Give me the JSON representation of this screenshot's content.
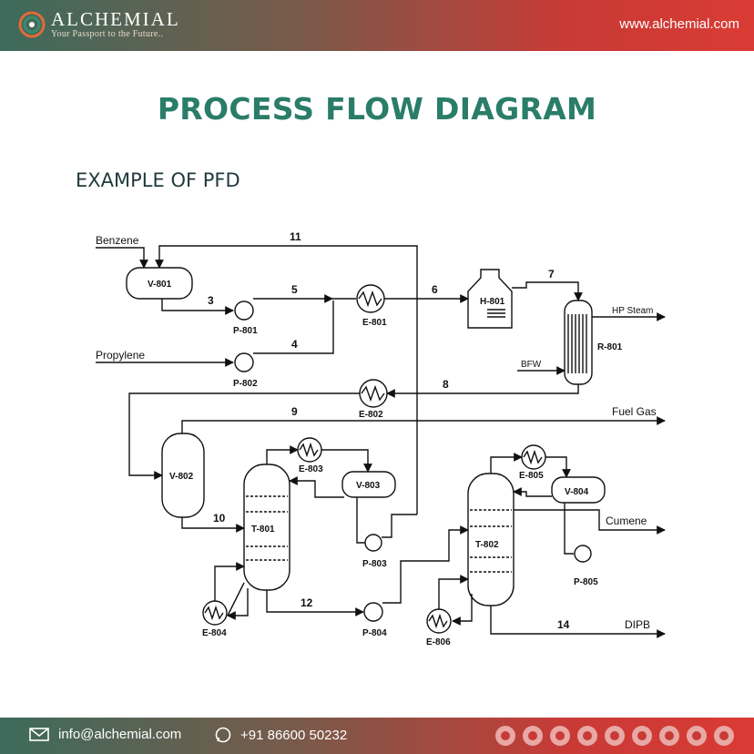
{
  "header": {
    "brand": "ALCHEMIAL",
    "tagline": "Your Passport to the Future..",
    "website": "www.alchemial.com"
  },
  "title": "PROCESS FLOW DIAGRAM",
  "subtitle": "EXAMPLE OF PFD",
  "diagram": {
    "feeds": {
      "benzene": "Benzene",
      "propylene": "Propylene",
      "bfw": "BFW"
    },
    "products": {
      "hp_steam": "HP Steam",
      "fuel_gas": "Fuel Gas",
      "cumene": "Cumene",
      "dipb": "DIPB"
    },
    "equipment": {
      "v801": "V-801",
      "v802": "V-802",
      "v803": "V-803",
      "v804": "V-804",
      "p801": "P-801",
      "p802": "P-802",
      "p803": "P-803",
      "p804": "P-804",
      "p805": "P-805",
      "e801": "E-801",
      "e802": "E-802",
      "e803": "E-803",
      "e804": "E-804",
      "e805": "E-805",
      "e806": "E-806",
      "h801": "H-801",
      "r801": "R-801",
      "t801": "T-801",
      "t802": "T-802"
    },
    "streams": {
      "s3": "3",
      "s4": "4",
      "s5": "5",
      "s6": "6",
      "s7": "7",
      "s8": "8",
      "s9": "9",
      "s10": "10",
      "s11": "11",
      "s12": "12",
      "s14": "14"
    }
  },
  "footer": {
    "email": "info@alchemial.com",
    "phone": "+91 86600 50232",
    "social_icons": [
      "telegram-icon",
      "instagram-icon",
      "twitter-icon",
      "pinterest-icon",
      "facebook-icon",
      "linkedin-icon",
      "youtube-icon",
      "quora-icon",
      "reddit-icon"
    ]
  }
}
